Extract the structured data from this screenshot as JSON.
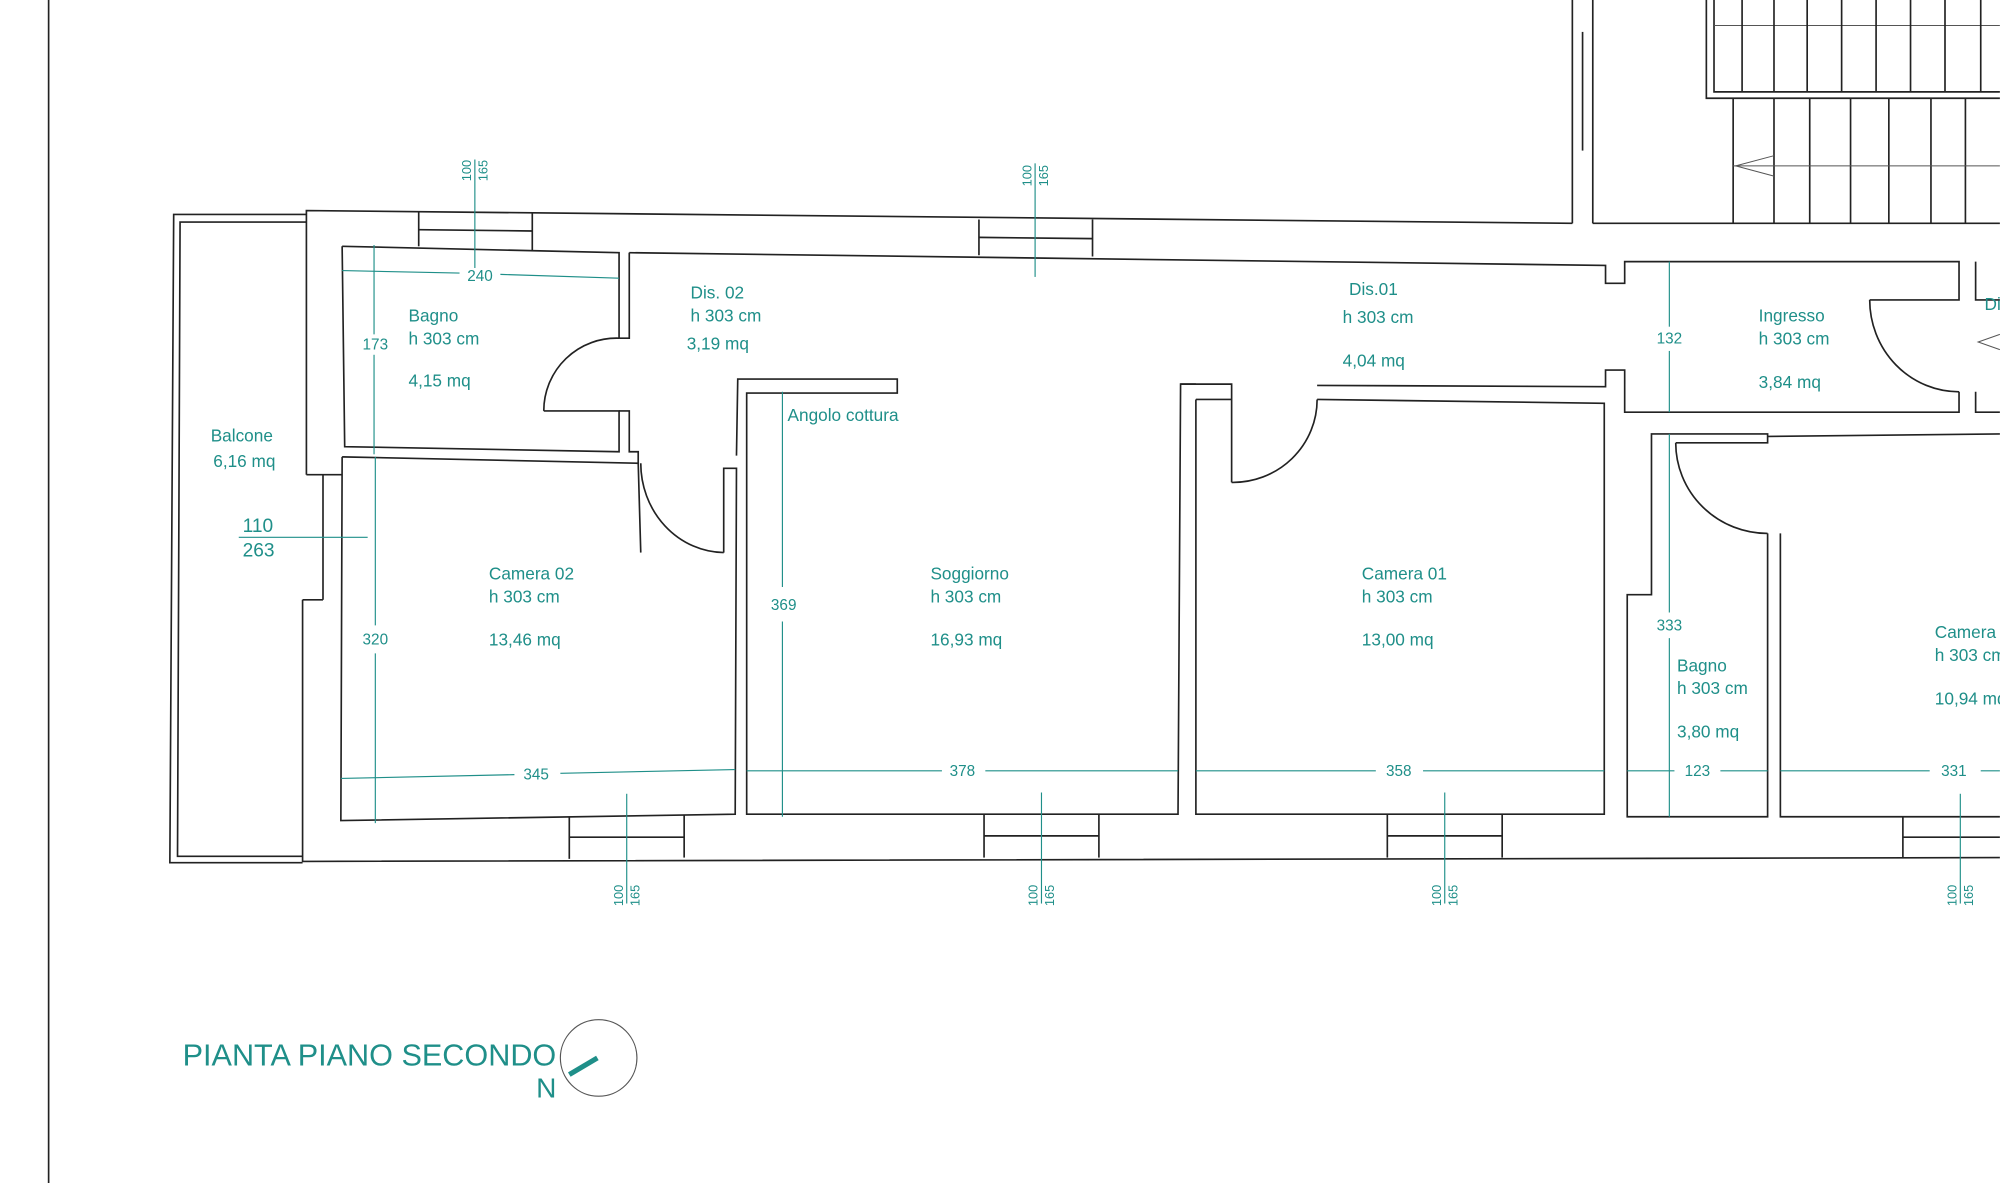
{
  "title": "PIANTA PIANO SECONDO",
  "north_label": "N",
  "accent_color": "#1f8f89",
  "rooms": [
    {
      "name": "Bagno",
      "height": "h 303 cm",
      "area": "4,15 mq"
    },
    {
      "name": "Dis. 02",
      "height": "h 303 cm",
      "area": "3,19 mq"
    },
    {
      "name": "Dis.01",
      "height": "h 303 cm",
      "area": "4,04 mq"
    },
    {
      "name": "Ingresso",
      "height": "h 303 cm",
      "area": "3,84 mq"
    },
    {
      "name": "Camera 02",
      "height": "h 303 cm",
      "area": "13,46 mq"
    },
    {
      "name": "Soggiorno",
      "height": "h 303 cm",
      "area": "16,93 mq"
    },
    {
      "name": "Camera 01",
      "height": "h 303 cm",
      "area": "13,00 mq"
    },
    {
      "name": "Bagno",
      "height": "h 303 cm",
      "area": "3,80 mq"
    },
    {
      "name": "Camera",
      "height": "h 303 cm",
      "area": "10,94 mq"
    },
    {
      "name": "Balcone",
      "area": "6,16 mq"
    }
  ],
  "angolo_cottura": "Angolo cottura",
  "partial_label": "Di",
  "dimensions": {
    "bagno_width": "240",
    "bagno_depth": "173",
    "ingresso_depth": "132",
    "camera02_depth": "320",
    "soggiorno_depth": "369",
    "bagno2_depth": "333",
    "camera02_width": "345",
    "soggiorno_width": "378",
    "camera01_width": "358",
    "bagno2_width": "123",
    "camera_width": "331"
  },
  "balcony_door": {
    "width": "110",
    "height": "263"
  },
  "window_sill": "100",
  "window_height": "165"
}
